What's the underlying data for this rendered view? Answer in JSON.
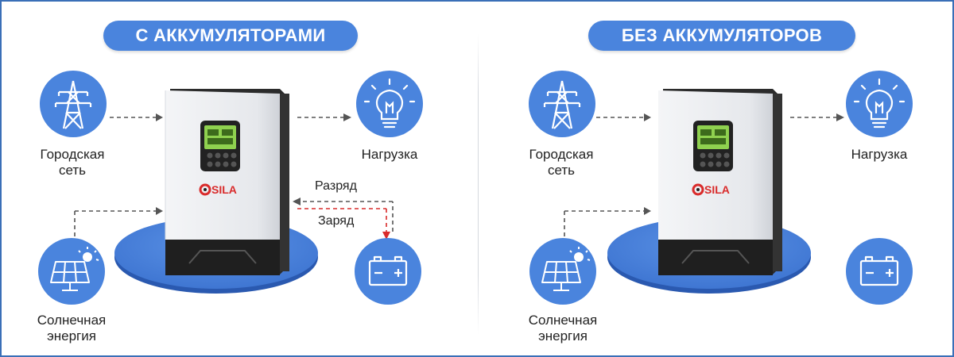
{
  "panels": [
    {
      "title": "С АККУМУЛЯТОРАМИ",
      "grid_label_line1": "Городская",
      "grid_label_line2": "сеть",
      "load_label": "Нагрузка",
      "solar_label_line1": "Солнечная",
      "solar_label_line2": "энергия",
      "discharge_label": "Разряд",
      "charge_label": "Заряд"
    },
    {
      "title": "БЕЗ АККУМУЛЯТОРОВ",
      "grid_label_line1": "Городская",
      "grid_label_line2": "сеть",
      "load_label": "Нагрузка",
      "solar_label_line1": "Солнечная",
      "solar_label_line2": "энергия"
    }
  ],
  "brand": "SILA",
  "colors": {
    "accent": "#4a84dd",
    "frame": "#3a6fb7",
    "charge_arrow": "#d92b2b",
    "lcd": "#8fd14f"
  },
  "icons": [
    "power-tower-icon",
    "light-bulb-icon",
    "solar-panel-icon",
    "battery-icon"
  ]
}
